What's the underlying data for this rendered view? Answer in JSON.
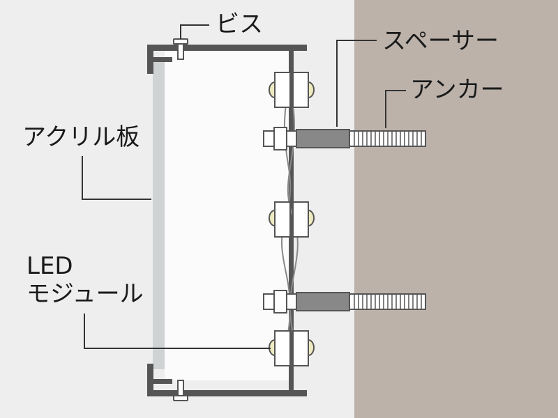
{
  "labels": {
    "screw": "ビス",
    "spacer": "スペーサー",
    "anchor": "アンカー",
    "acrylic": "アクリル板",
    "led_line1": "LED",
    "led_line2": "モジュール"
  },
  "colors": {
    "background": "#eeeeee",
    "wall": "#bcb2aa",
    "frame": "#555555",
    "acrylic": "#cfd3d3",
    "interior": "#fbfbfb",
    "spacer": "#888888",
    "leader": "#333333",
    "text": "#1a1a1a"
  }
}
